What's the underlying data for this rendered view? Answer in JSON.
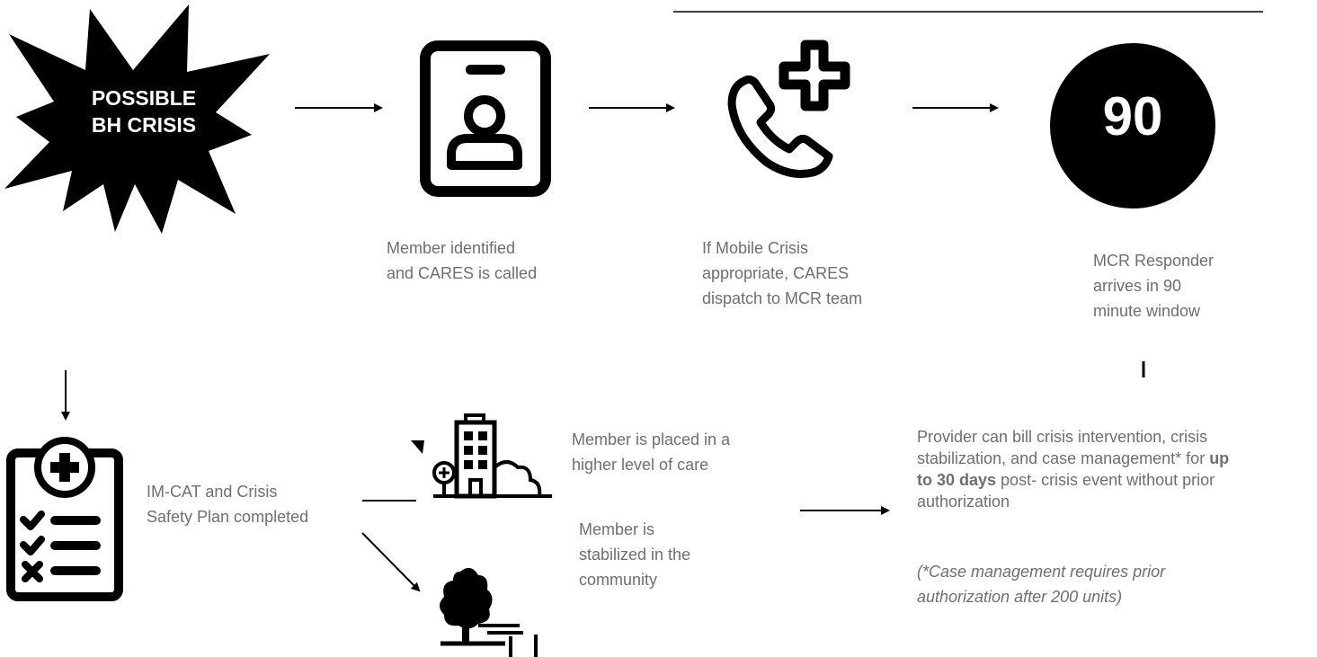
{
  "burst": {
    "line1": "POSSIBLE",
    "line2": "BH CRISIS"
  },
  "circle_number": "90",
  "captions": {
    "member_identified": [
      "Member identified",
      "and CARES is called"
    ],
    "mobile_crisis": [
      "If Mobile Crisis",
      "appropriate, CARES",
      "dispatch to MCR team"
    ],
    "mcr_responder": [
      "MCR Responder",
      "arrives in 90",
      "minute window"
    ],
    "imcat": [
      "IM-CAT and Crisis",
      "Safety Plan completed"
    ],
    "higher_care": [
      "Member is placed in a",
      "higher level of care"
    ],
    "stabilized": [
      "Member is",
      "stabilized in the",
      "community"
    ]
  },
  "provider": {
    "line1": "Provider can bill crisis intervention, crisis",
    "line2_pre": "stabilization, and case management* for ",
    "line2_bold": "up",
    "line3_bold": "to 30 days",
    "line3_post": " post- crisis event without prior",
    "line4": "authorization"
  },
  "note": [
    "(*Case management requires prior",
    "authorization after 200 units)"
  ]
}
